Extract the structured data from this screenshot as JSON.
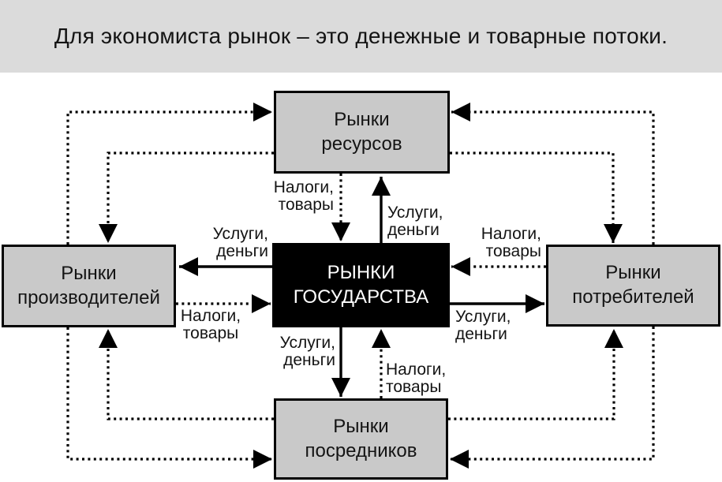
{
  "title": "Для экономиста рынок – это денежные и товарные потоки.",
  "boxes": {
    "resources": {
      "line1": "Рынки",
      "line2": "ресурсов"
    },
    "producers": {
      "line1": "Рынки",
      "line2": "производителей"
    },
    "state": {
      "line1": "РЫНКИ",
      "line2": "ГОСУДАРСТВА"
    },
    "consumers": {
      "line1": "Рынки",
      "line2": "потребителей"
    },
    "intermediaries": {
      "line1": "Рынки",
      "line2": "посредников"
    }
  },
  "flow_labels": {
    "resources_to_state": {
      "line1": "Налоги,",
      "line2": "товары"
    },
    "state_to_resources": {
      "line1": "Услуги,",
      "line2": "деньги"
    },
    "state_to_producers": {
      "line1": "Услуги,",
      "line2": "деньги"
    },
    "producers_to_state": {
      "line1": "Налоги,",
      "line2": "товары"
    },
    "consumers_to_state": {
      "line1": "Налоги,",
      "line2": "товары"
    },
    "state_to_consumers": {
      "line1": "Услуги,",
      "line2": "деньги"
    },
    "state_to_intermediaries": {
      "line1": "Услуги,",
      "line2": "деньги"
    },
    "intermediaries_to_state": {
      "line1": "Налоги,",
      "line2": "товары"
    }
  },
  "line_semantics": {
    "solid": "Услуги, деньги",
    "dotted": "Налоги, товары"
  },
  "colors": {
    "banner_bg": "#dbdbdb",
    "box_fill": "#c9c9c9",
    "box_border": "#000000",
    "state_box_bg": "#000000",
    "state_box_text": "#ffffff",
    "arrow_color": "#000000",
    "background": "#ffffff"
  }
}
